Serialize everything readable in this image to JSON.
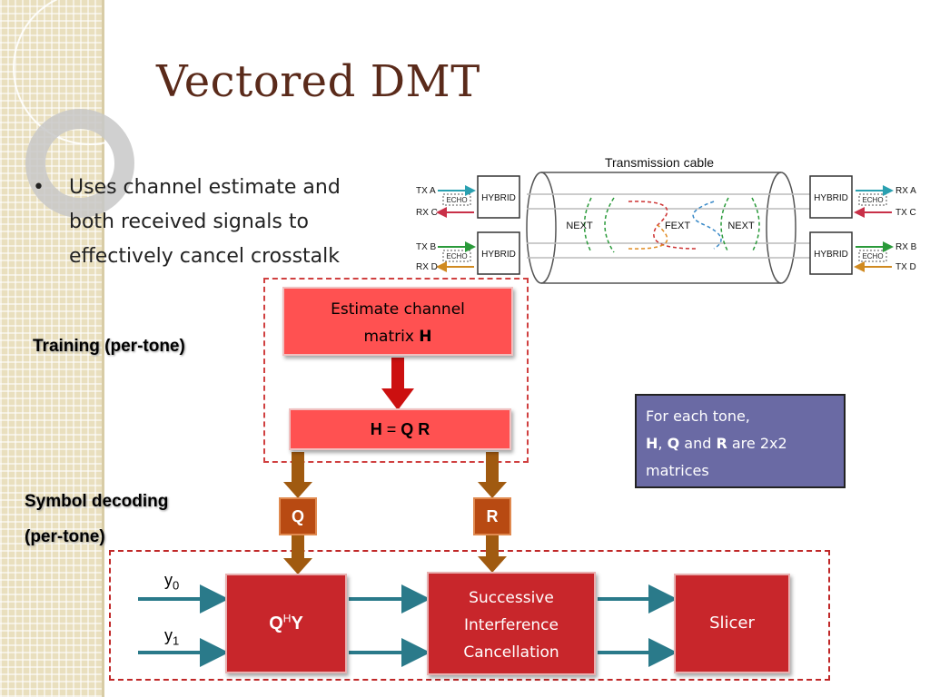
{
  "slide": {
    "title": "Vectored DMT",
    "bullet": "Uses channel estimate and both received signals to effectively cancel crosstalk"
  },
  "labels": {
    "training": "Training (per-tone)",
    "decoding_line1": "Symbol decoding",
    "decoding_line2": "(per-tone)"
  },
  "training_blocks": {
    "estimate_line1": "Estimate channel",
    "estimate_line2": "matrix ",
    "estimate_symbol": "H",
    "qr_h": "H",
    "qr_eq": " = ",
    "qr_q": "Q",
    "qr_r": "R"
  },
  "matrices": {
    "q": "Q",
    "r": "R"
  },
  "decoding_blocks": {
    "qhy_q": "Q",
    "qhy_sup": "H",
    "qhy_y": "Y",
    "sic_line1": "Successive",
    "sic_line2": "Interference",
    "sic_line3": "Cancellation",
    "slicer": "Slicer"
  },
  "inputs": {
    "y0_base": "y",
    "y0_sub": "0",
    "y1_base": "y",
    "y1_sub": "1"
  },
  "note": {
    "line1": "For each tone,",
    "h": "H",
    "comma": ", ",
    "q": "Q",
    "and": " and ",
    "r": "R",
    "tail": " are 2x2",
    "line3": "matrices"
  },
  "cable_figure": {
    "title": "Transmission cable",
    "left_ports": [
      "TX A",
      "RX C",
      "TX B",
      "RX D"
    ],
    "right_ports": [
      "RX A",
      "TX C",
      "RX B",
      "TX D"
    ],
    "hybrid": "HYBRID",
    "echo": "ECHO",
    "next": "NEXT",
    "fext": "FEXT"
  },
  "colors": {
    "title": "#5a2a1a",
    "training_block": "#ff5151",
    "decode_block": "#c8262b",
    "matrix_block": "#b84a12",
    "note_box": "#6a6aa4",
    "arrow_red": "#cc1010",
    "arrow_brown": "#a05a10",
    "arrow_teal": "#2a7a8a"
  }
}
